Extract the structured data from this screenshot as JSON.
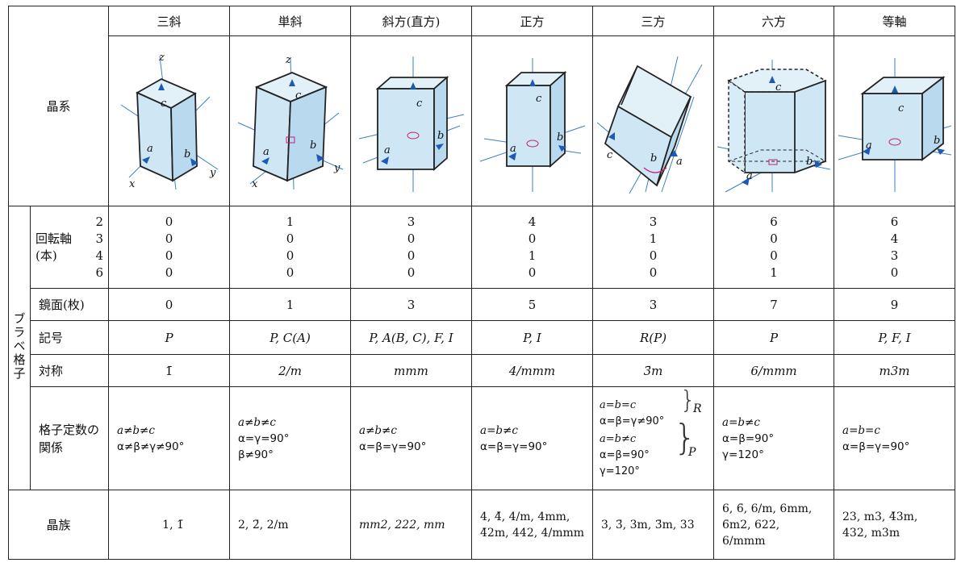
{
  "columns": [
    "三斜",
    "単斜",
    "斜方(直方)",
    "正方",
    "三方",
    "六方",
    "等軸"
  ],
  "row_labels": {
    "crystal_system": "晶系",
    "bravais": "ブラベ格子",
    "rotation_axis": "回転軸",
    "rotation_unit": "(本)",
    "mirror": "鏡面(枚)",
    "symbol": "記号",
    "symmetry": "対称",
    "lattice_relation": "格子定数の関係",
    "crystal_class": "晶族"
  },
  "axis_orders": [
    "2",
    "3",
    "4",
    "6"
  ],
  "rotation_counts": [
    [
      "0",
      "0",
      "0",
      "0"
    ],
    [
      "1",
      "0",
      "0",
      "0"
    ],
    [
      "3",
      "0",
      "0",
      "0"
    ],
    [
      "4",
      "0",
      "1",
      "0"
    ],
    [
      "3",
      "1",
      "0",
      "0"
    ],
    [
      "6",
      "0",
      "0",
      "1"
    ],
    [
      "6",
      "4",
      "3",
      "0"
    ]
  ],
  "mirrors": [
    "0",
    "1",
    "3",
    "5",
    "3",
    "7",
    "9"
  ],
  "symbols": [
    "P",
    "P, C(A)",
    "P, A(B, C), F, I",
    "P, I",
    "R(P)",
    "P",
    "P, F, I"
  ],
  "symmetry": [
    "1̄",
    "2/m",
    "mmm",
    "4/mmm",
    "3̄m",
    "6/mmm",
    "m3m"
  ],
  "relations": {
    "triclinic": [
      "a≠b≠c",
      "α≠β≠γ≠90°"
    ],
    "monoclinic": [
      "a≠b≠c",
      "α=γ=90°",
      "β≠90°"
    ],
    "orthorhombic": [
      "a≠b≠c",
      "α=β=γ=90°"
    ],
    "tetragonal": [
      "a=b≠c",
      "α=β=γ=90°"
    ],
    "trigonal_R": [
      "a=b=c",
      "α=β=γ≠90°"
    ],
    "trigonal_R_label": "R",
    "trigonal_P": [
      "a=b≠c",
      "α=β=90°",
      "γ=120°"
    ],
    "trigonal_P_label": "P",
    "hexagonal": [
      "a=b≠c",
      "α=β=90°",
      "γ=120°"
    ],
    "cubic": [
      "a=b=c",
      "α=β=γ=90°"
    ]
  },
  "families": [
    [
      "1, 1̄"
    ],
    [
      "2, 2̄, 2/m"
    ],
    [
      "mm2, 222, mm"
    ],
    [
      "4, 4̄, 4/m, 4mm,",
      "4̄2m, 442, 4/mmm"
    ],
    [
      "3, 3̄, 3m, 3̄m, 33"
    ],
    [
      "6, 6̄, 6/m, 6mm,",
      "6̄m2, 622,",
      "6/mmm"
    ],
    [
      "23, m3, 4̄3m,",
      "432, m3m"
    ]
  ],
  "axis_labels": {
    "a": "a",
    "b": "b",
    "c": "c",
    "x": "x",
    "y": "y",
    "z": "z"
  },
  "colors": {
    "crystal_fill": "#cfe6f4",
    "axis_line": "#3a7fc9",
    "arrow": "#1d5ab5",
    "angle_mark": "#c0207a"
  }
}
